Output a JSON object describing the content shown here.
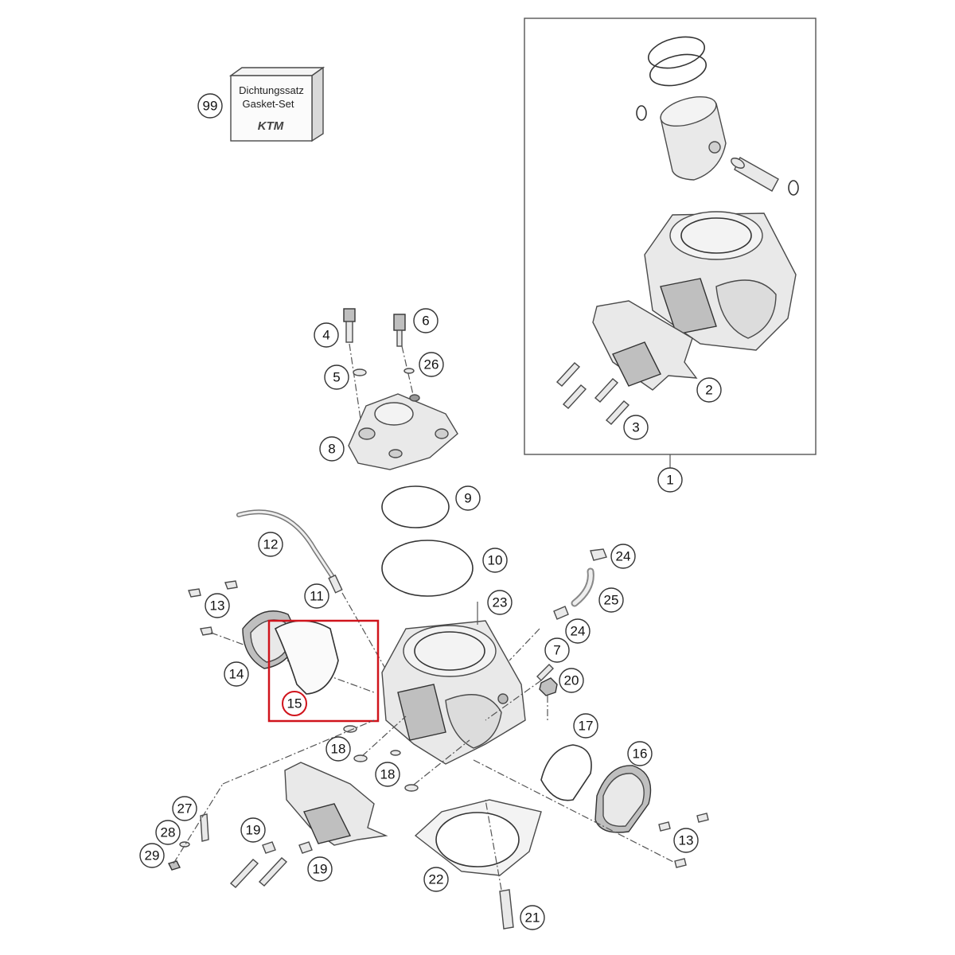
{
  "gasket_set": {
    "label_line1": "Dichtungssatz",
    "label_line2": "Gasket-Set",
    "logo": "KTM"
  },
  "callouts": {
    "c1": "1",
    "c2": "2",
    "c3": "3",
    "c4": "4",
    "c5": "5",
    "c6": "6",
    "c7": "7",
    "c8": "8",
    "c9": "9",
    "c10": "10",
    "c11": "11",
    "c12": "12",
    "c13a": "13",
    "c13b": "13",
    "c14": "14",
    "c15": "15",
    "c16": "16",
    "c17": "17",
    "c18a": "18",
    "c18b": "18",
    "c19a": "19",
    "c19b": "19",
    "c20": "20",
    "c21": "21",
    "c22": "22",
    "c23": "23",
    "c24a": "24",
    "c24b": "24",
    "c25": "25",
    "c26": "26",
    "c27": "27",
    "c28": "28",
    "c29": "29",
    "c99": "99"
  },
  "highlight": {
    "part": "15",
    "color": "#d0141c"
  }
}
